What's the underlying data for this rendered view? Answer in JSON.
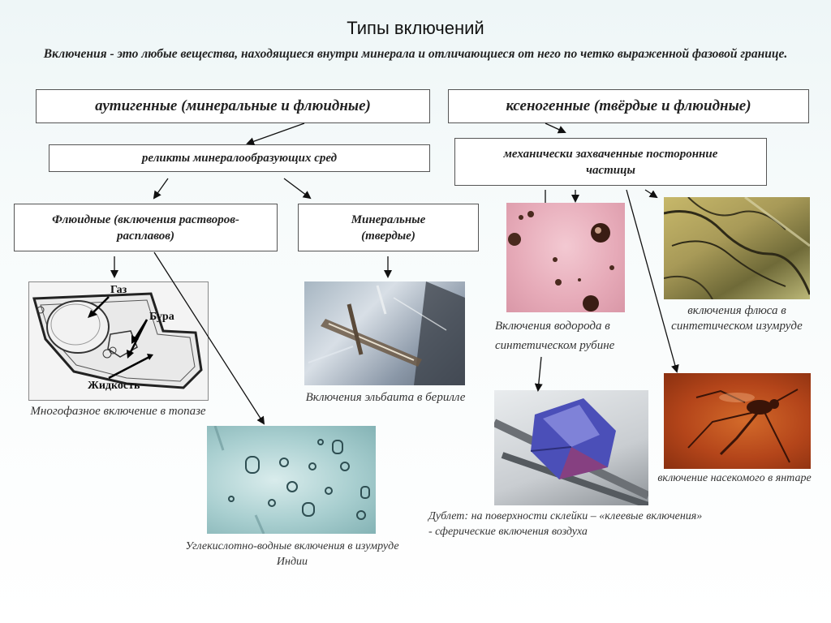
{
  "title": "Типы включений",
  "definition": "Включения - это любые вещества, находящиеся внутри минерала и отличающиеся от него по четко выраженной фазовой границе.",
  "boxes": {
    "authigenic": "аутигенные (минеральные и флюидные)",
    "xenogenic": "ксеногенные (твёрдые и флюидные)",
    "relicts": "реликты минералообразующих сред",
    "mechanical": "механически захваченные посторонние частицы",
    "fluid": "Флюидные (включения растворов-расплавов)",
    "mineral": "Минеральные (твердые)"
  },
  "topaz_labels": {
    "gas": "Газ",
    "borax": "Бура",
    "liquid": "Жидкость"
  },
  "captions": {
    "topaz": "Многофазное включение в топазе",
    "elbaite": "Включения эльбаита в берилле",
    "co2": "Углекислотно-водные включения в изумруде Индии",
    "hydrogen": "Включения водорода в синтетическом рубине",
    "flux": "включения флюса в синтетическом изумруде",
    "insect": "включение насекомого в янтаре",
    "doublet": "Дублет: на поверхности склейки – «клеевые включения» - сферические включения воздуха"
  }
}
